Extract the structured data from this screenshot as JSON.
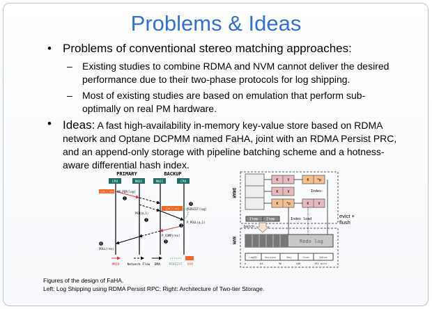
{
  "title": "Problems & Ideas",
  "bullet1": "Problems of conventional stereo matching approaches:",
  "sub1": "Existing studies to combine RDMA and NVM cannot deliver the desired performance due to their two-phase protocols for log shipping.",
  "sub2": "Most of existing studies are based on emulation that perform sub-optimally on real PM hardware.",
  "ideas_label": "Ideas:",
  "ideas_text": "A fast high-availability in-memory key-value store based on RDMA network and Optane DCPMM named FaHA, joint with an RDMA Persist PRC, and an append-only storage with pipeline batching scheme and a hotness-aware differential hash index.",
  "left_fig": {
    "primary": "PRIMARY",
    "backup": "BACKUP",
    "cols": [
      "CPU",
      "RNIC",
      "RNIC",
      "CPU"
    ],
    "log_entry": "[id,l,kv]",
    "ellipsis": "...",
    "labels": {
      "rm_per": "RM_PER(log)",
      "per": "PER(a,1)",
      "persist": "PERSIST(log)",
      "p_poll": "P_POLL(a,1)",
      "p_comp": "P_COMP(res)",
      "poll": "POLL(res)"
    },
    "steps": [
      "1",
      "2",
      "3",
      "4",
      "5",
      "6"
    ],
    "legend": [
      "MMIO",
      "Network Flow",
      "DMA",
      "PERSIST",
      "NVM"
    ],
    "colors": {
      "header": "#1f6e66",
      "mmio": "#e0303a",
      "persist": "#4aa56b",
      "nvm": "#f26522"
    }
  },
  "right_fig": {
    "dram": "DRAM",
    "nvm": "NVM",
    "k": "K",
    "v": "V",
    "p": "*p",
    "index": "Index",
    "index_load": "Index  load",
    "item": "Item",
    "batch": "batch",
    "evict": "evict + flush",
    "redo": "Redo log",
    "fields": [
      "LogID",
      "Version",
      "Key",
      "Size",
      "Value"
    ],
    "offsets": [
      "0",
      "64",
      "96",
      "160",
      "192 bits"
    ]
  },
  "caption1": "Figures of the design of FaHA.",
  "caption2": "Left: Log Shipping using RDMA Persist RPC; Right: Architecture of Two-tier Storage."
}
